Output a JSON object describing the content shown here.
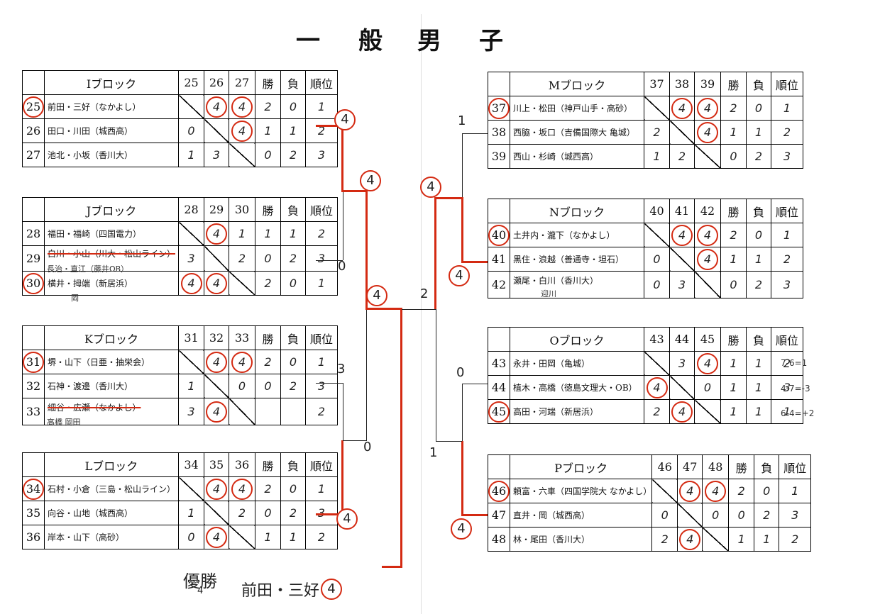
{
  "title": [
    "一",
    "般",
    "男",
    "子"
  ],
  "blocks": {
    "I": {
      "name": "Ⅰブロック",
      "cols": [
        "25",
        "26",
        "27"
      ],
      "w": "勝",
      "l": "負",
      "r": "順位",
      "rows": [
        {
          "no": "25",
          "player": "前田・三好（なかよし）",
          "c1": "",
          "c2": "4",
          "c3": "4",
          "w": "2",
          "l": "0",
          "r": "1"
        },
        {
          "no": "26",
          "player": "田口・川田（城西高）",
          "c1": "0",
          "c2": "",
          "c3": "4",
          "w": "1",
          "l": "1",
          "r": "2"
        },
        {
          "no": "27",
          "player": "池北・小坂（香川大）",
          "c1": "1",
          "c2": "3",
          "c3": "",
          "w": "0",
          "l": "2",
          "r": "3"
        }
      ]
    },
    "J": {
      "name": "Jブロック",
      "cols": [
        "28",
        "29",
        "30"
      ],
      "w": "勝",
      "l": "負",
      "r": "順位",
      "rows": [
        {
          "no": "28",
          "player": "福田・福崎（四国電力）",
          "c1": "",
          "c2": "4",
          "c3": "1",
          "w": "1",
          "l": "1",
          "r": "2"
        },
        {
          "no": "29",
          "player": "白川・小山（川大・松山ライン）",
          "c1": "3",
          "c2": "",
          "c3": "2",
          "w": "0",
          "l": "2",
          "r": "3"
        },
        {
          "no": "30",
          "player": "横井・拇端（新居浜）",
          "c1": "4",
          "c2": "4",
          "c3": "",
          "w": "2",
          "l": "0",
          "r": "1"
        }
      ],
      "sub29": "長治・直江（藤井OB）",
      "sub30": "岡"
    },
    "K": {
      "name": "Kブロック",
      "cols": [
        "31",
        "32",
        "33"
      ],
      "w": "勝",
      "l": "負",
      "r": "順位",
      "rows": [
        {
          "no": "31",
          "player": "堺・山下（日亜・抽栄会）",
          "c1": "",
          "c2": "4",
          "c3": "4",
          "w": "2",
          "l": "0",
          "r": "1"
        },
        {
          "no": "32",
          "player": "石神・渡邊（香川大）",
          "c1": "1",
          "c2": "",
          "c3": "0",
          "w": "0",
          "l": "2",
          "r": "3"
        },
        {
          "no": "33",
          "player": "細谷・広瀬（なかよし）",
          "c1": "3",
          "c2": "4",
          "c3": "",
          "w": "",
          "l": "",
          "r": "2"
        }
      ],
      "sub33": "高橋 岡田"
    },
    "L": {
      "name": "Lブロック",
      "cols": [
        "34",
        "35",
        "36"
      ],
      "w": "勝",
      "l": "負",
      "r": "順位",
      "rows": [
        {
          "no": "34",
          "player": "石村・小倉（三島・松山ライン）",
          "c1": "",
          "c2": "4",
          "c3": "4",
          "w": "2",
          "l": "0",
          "r": "1"
        },
        {
          "no": "35",
          "player": "向谷・山地（城西高）",
          "c1": "1",
          "c2": "",
          "c3": "2",
          "w": "0",
          "l": "2",
          "r": "3"
        },
        {
          "no": "36",
          "player": "岸本・山下（高砂）",
          "c1": "0",
          "c2": "4",
          "c3": "",
          "w": "1",
          "l": "1",
          "r": "2"
        }
      ]
    },
    "M": {
      "name": "Mブロック",
      "cols": [
        "37",
        "38",
        "39"
      ],
      "w": "勝",
      "l": "負",
      "r": "順位",
      "rows": [
        {
          "no": "37",
          "player": "川上・松田（神戸山手・高砂）",
          "c1": "",
          "c2": "4",
          "c3": "4",
          "w": "2",
          "l": "0",
          "r": "1"
        },
        {
          "no": "38",
          "player": "西脇・坂口（吉備国際大 亀城）",
          "c1": "2",
          "c2": "",
          "c3": "4",
          "w": "1",
          "l": "1",
          "r": "2"
        },
        {
          "no": "39",
          "player": "西山・杉崎（城西高）",
          "c1": "1",
          "c2": "2",
          "c3": "",
          "w": "0",
          "l": "2",
          "r": "3"
        }
      ]
    },
    "N": {
      "name": "Nブロック",
      "cols": [
        "40",
        "41",
        "42"
      ],
      "w": "勝",
      "l": "負",
      "r": "順位",
      "rows": [
        {
          "no": "40",
          "player": "土井内・瀧下（なかよし）",
          "c1": "",
          "c2": "4",
          "c3": "4",
          "w": "2",
          "l": "0",
          "r": "1"
        },
        {
          "no": "41",
          "player": "黒住・浪越（善通寺・坦石）",
          "c1": "0",
          "c2": "",
          "c3": "4",
          "w": "1",
          "l": "1",
          "r": "2"
        },
        {
          "no": "42",
          "player": "瀬尾・白川（香川大）",
          "c1": "0",
          "c2": "3",
          "c3": "",
          "w": "0",
          "l": "2",
          "r": "3"
        }
      ],
      "sub42": "迎川"
    },
    "O": {
      "name": "Oブロック",
      "cols": [
        "43",
        "44",
        "45"
      ],
      "w": "勝",
      "l": "負",
      "r": "順位",
      "rows": [
        {
          "no": "43",
          "player": "永井・田岡（亀城）",
          "c1": "",
          "c2": "3",
          "c3": "4",
          "w": "1",
          "l": "1",
          "r": "2"
        },
        {
          "no": "44",
          "player": "植木・高橋（徳島文理大・OB）",
          "c1": "4",
          "c2": "",
          "c3": "0",
          "w": "1",
          "l": "1",
          "r": "3"
        },
        {
          "no": "45",
          "player": "高田・河端（新居浜）",
          "c1": "2",
          "c2": "4",
          "c3": "",
          "w": "1",
          "l": "1",
          "r": "1"
        }
      ],
      "notes": [
        "7-6=1",
        "4-7=-3",
        "6-4=+2"
      ]
    },
    "P": {
      "name": "Pブロック",
      "cols": [
        "46",
        "47",
        "48"
      ],
      "w": "勝",
      "l": "負",
      "r": "順位",
      "rows": [
        {
          "no": "46",
          "player": "頼富・六車（四国学院大 なかよし）",
          "c1": "",
          "c2": "4",
          "c3": "4",
          "w": "2",
          "l": "0",
          "r": "1"
        },
        {
          "no": "47",
          "player": "直井・岡（城西高）",
          "c1": "0",
          "c2": "",
          "c3": "0",
          "w": "0",
          "l": "2",
          "r": "3"
        },
        {
          "no": "48",
          "player": "林・尾田（香川大）",
          "c1": "2",
          "c2": "4",
          "c3": "",
          "w": "1",
          "l": "1",
          "r": "2"
        }
      ]
    }
  },
  "bracket": {
    "I": "4",
    "J": "0",
    "K": "3",
    "L": "4",
    "IJ": "4",
    "KL": "0",
    "left_final": "4",
    "M": "1",
    "N": "4",
    "O": "0",
    "P": "4",
    "MN": "4",
    "OP": "1",
    "right_final": "2"
  },
  "champion": {
    "label": "優勝",
    "score_mark": "4",
    "name": "前田・三好",
    "score": "4"
  }
}
